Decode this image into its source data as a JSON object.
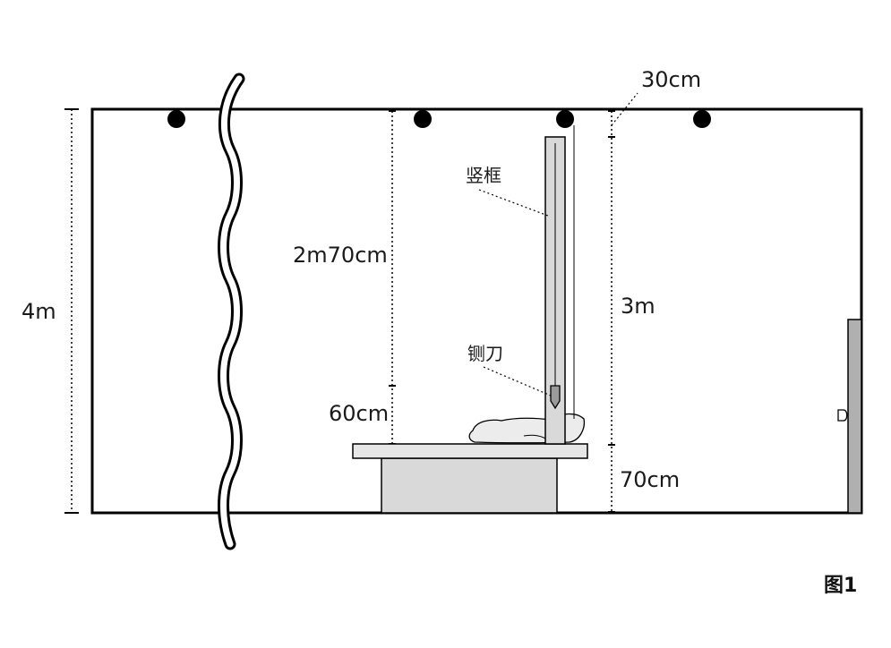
{
  "labels": {
    "room_height": "4m",
    "upper_gap": "2m70cm",
    "blade_gap": "60cm",
    "ceiling_gap": "30cm",
    "frame_height": "3m",
    "table_height": "70cm",
    "frame_name": "竖框",
    "blade_name": "铡刀"
  },
  "figure_caption": "图1",
  "colors": {
    "line": "#000000",
    "fill_gray": "#d9d9d9",
    "door_gray": "#b0b0b0"
  }
}
